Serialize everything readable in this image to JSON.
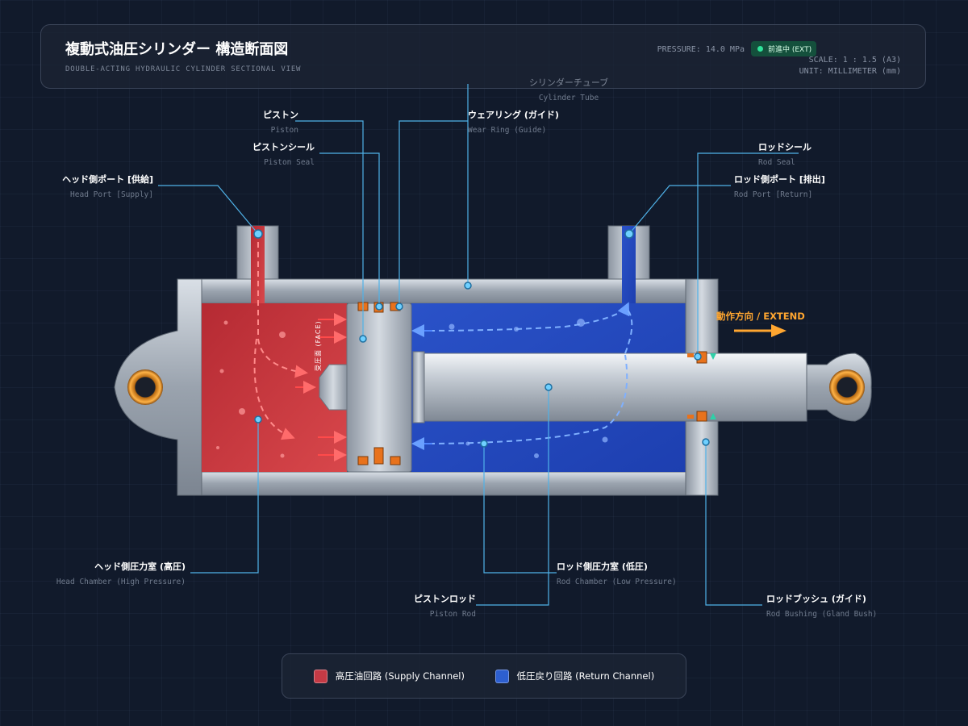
{
  "header": {
    "title_jp": "複動式油圧シリンダー 構造断面図",
    "title_en": "DOUBLE-ACTING HYDRAULIC CYLINDER SECTIONAL VIEW",
    "pressure": "PRESSURE: 14.0 MPa",
    "status": "前進中 (EXT)",
    "scale": "SCALE: 1 : 1.5 (A3)",
    "unit": "UNIT: MILLIMETER (mm)"
  },
  "labels": {
    "cylinder_tube": {
      "jp": "シリンダーチューブ",
      "en": "Cylinder Tube"
    },
    "piston": {
      "jp": "ピストン",
      "en": "Piston"
    },
    "wear_ring": {
      "jp": "ウェアリング (ガイド)",
      "en": "Wear Ring (Guide)"
    },
    "piston_seal": {
      "jp": "ピストンシール",
      "en": "Piston Seal"
    },
    "head_port": {
      "jp": "ヘッド側ポート [供給]",
      "en": "Head Port [Supply]"
    },
    "rod_seal": {
      "jp": "ロッドシール",
      "en": "Rod Seal"
    },
    "rod_port": {
      "jp": "ロッド側ポート [排出]",
      "en": "Rod Port [Return]"
    },
    "head_chamber": {
      "jp": "ヘッド側圧力室 (高圧)",
      "en": "Head Chamber (High Pressure)"
    },
    "rod_chamber": {
      "jp": "ロッド側圧力室 (低圧)",
      "en": "Rod Chamber (Low Pressure)"
    },
    "piston_rod": {
      "jp": "ピストンロッド",
      "en": "Piston Rod"
    },
    "rod_bushing": {
      "jp": "ロッドブッシュ (ガイド)",
      "en": "Rod Bushing (Gland Bush)"
    }
  },
  "motion": {
    "direction_label": "動作方向 / EXTEND"
  },
  "face_label": "受圧面 (FACE)",
  "legend": {
    "supply": {
      "label": "高圧油回路 (Supply Channel)",
      "color": "#c43a45"
    },
    "return": {
      "label": "低圧戻り回路 (Return Channel)",
      "color": "#2d5fd0"
    }
  },
  "colors": {
    "background": "#111a2b",
    "high_pressure": "#c8343d",
    "low_pressure": "#2450c8",
    "leader_line": "#4fb2e8",
    "accent_orange": "#ffa630",
    "seal_orange": "#e8721c"
  }
}
